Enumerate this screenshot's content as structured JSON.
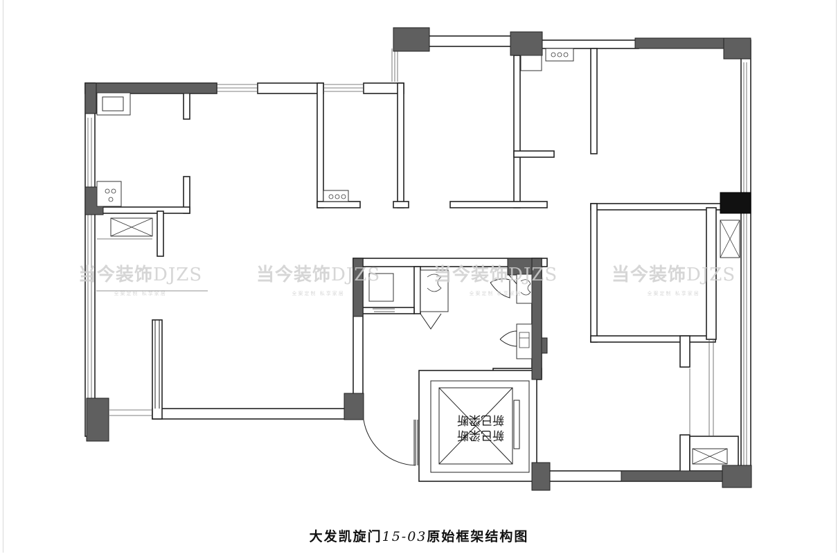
{
  "caption": {
    "prefix": "大发凯旋门",
    "unit_number": "15-03",
    "suffix": "原始框架结构图"
  },
  "watermark": {
    "brand_cn": "当今装饰",
    "brand_latin": "DJZS",
    "slogan": "全案定制 私享家居"
  },
  "elevator_label": {
    "line1": "新已梁断",
    "line2": "新已梁断"
  },
  "colors": {
    "wall_fill": "#ffffff",
    "wall_stroke": "#222222",
    "column_fill": "#5f5f5f",
    "column_dark": "#111111",
    "watermark": "#cfcfcf"
  }
}
